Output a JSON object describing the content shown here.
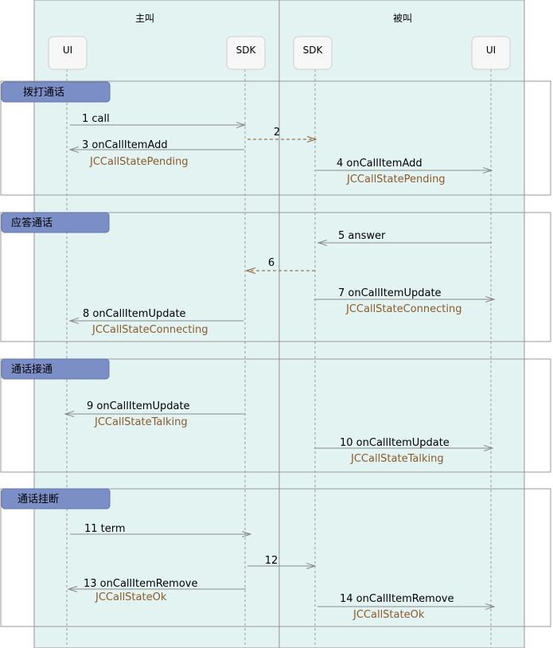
{
  "lanes": {
    "caller": "主叫",
    "callee": "被叫"
  },
  "participants": {
    "caller_ui": "UI",
    "caller_sdk": "SDK",
    "callee_sdk": "SDK",
    "callee_ui": "UI"
  },
  "sections": [
    {
      "title": "拨打通话",
      "messages": [
        {
          "label": "1 call",
          "state": ""
        },
        {
          "label": "2",
          "state": ""
        },
        {
          "label": "3 onCallItemAdd",
          "state": "JCCallStatePending"
        },
        {
          "label": "4 onCallItemAdd",
          "state": "JCCallStatePending"
        }
      ]
    },
    {
      "title": "应答通话",
      "messages": [
        {
          "label": "5 answer",
          "state": ""
        },
        {
          "label": "6",
          "state": ""
        },
        {
          "label": "7 onCallItemUpdate",
          "state": "JCCallStateConnecting"
        },
        {
          "label": "8 onCallItemUpdate",
          "state": "JCCallStateConnecting"
        }
      ]
    },
    {
      "title": "通话接通",
      "messages": [
        {
          "label": "9 onCallItemUpdate",
          "state": "JCCallStateTalking"
        },
        {
          "label": "10 onCallItemUpdate",
          "state": "JCCallStateTalking"
        }
      ]
    },
    {
      "title": "通话挂断",
      "messages": [
        {
          "label": "11 term",
          "state": ""
        },
        {
          "label": "12",
          "state": ""
        },
        {
          "label": "13 onCallItemRemove",
          "state": "JCCallStateOk"
        },
        {
          "label": "14 onCallItemRemove",
          "state": "JCCallStateOk"
        }
      ]
    }
  ],
  "colors": {
    "lane_fill": "#e3f3f2",
    "lane_border": "#a5a5a5",
    "section_tab": "#7b8fc6",
    "arrow": "#8a8a8a",
    "dashed_arrow": "#8b5a2b",
    "state_text": "#8b5a2b",
    "text": "#000000"
  }
}
